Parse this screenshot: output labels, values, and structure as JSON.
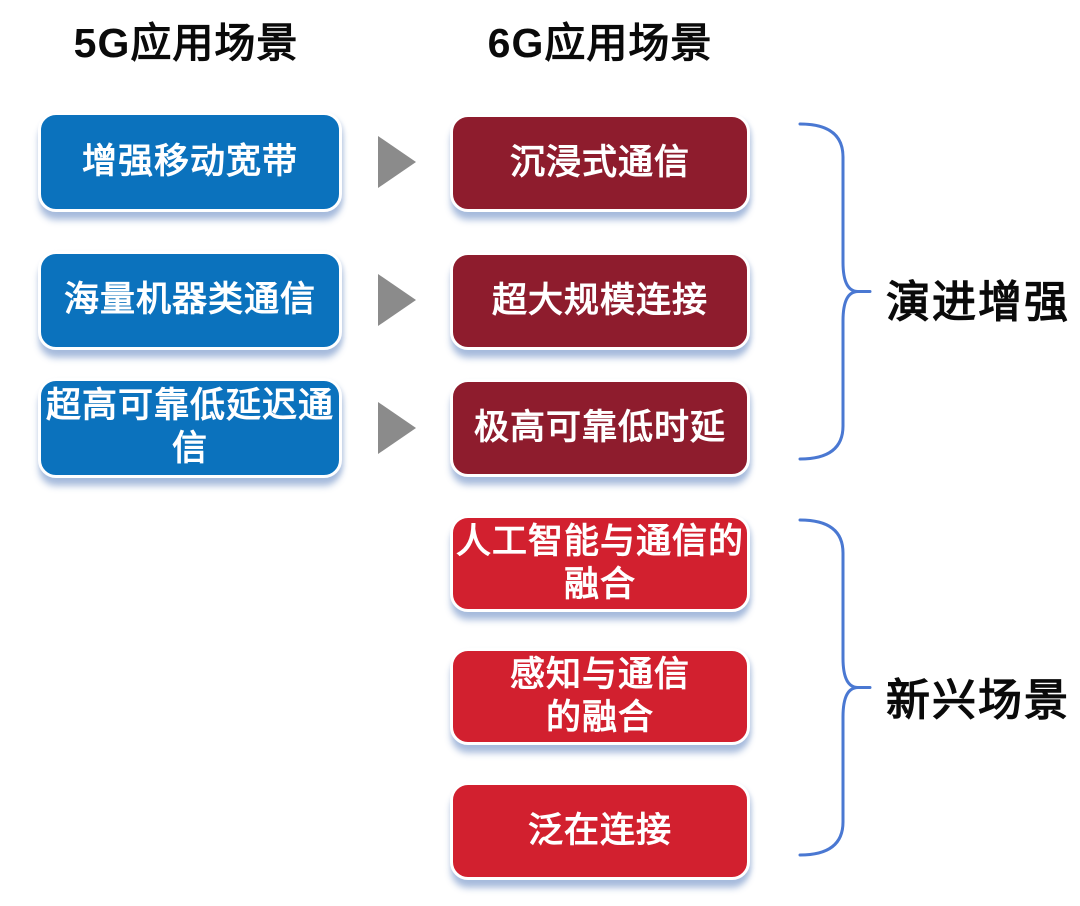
{
  "headers": {
    "left": "5G应用场景",
    "right": "6G应用场景"
  },
  "left_column": {
    "boxes": [
      {
        "label": "增强移动宽带"
      },
      {
        "label": "海量机器类通信"
      },
      {
        "label": "超高可靠低延迟通\n信"
      }
    ]
  },
  "right_column": {
    "evolution_group": {
      "boxes": [
        {
          "label": "沉浸式通信"
        },
        {
          "label": "超大规模连接"
        },
        {
          "label": "极高可靠低时延"
        }
      ],
      "group_label": "演进增强"
    },
    "emerging_group": {
      "boxes": [
        {
          "label": "人工智能与通信的\n融合"
        },
        {
          "label": "感知与通信\n的融合"
        },
        {
          "label": "泛在连接"
        }
      ],
      "group_label": "新兴场景"
    }
  },
  "icons": {
    "arrow": "right-pointing-triangle",
    "brace": "right-curly-brace"
  },
  "colors": {
    "blue_box": "#0b72bd",
    "dark_red_box": "#8e1c2d",
    "bright_red_box": "#d2202f",
    "arrow_gray": "#8b8b8b",
    "brace_blue": "#4a78d2",
    "heading_text": "#0a0a0a",
    "box_text": "#ffffff",
    "background": "#ffffff"
  }
}
